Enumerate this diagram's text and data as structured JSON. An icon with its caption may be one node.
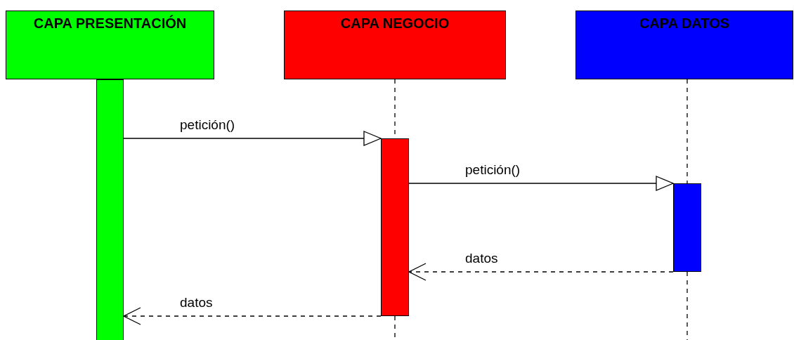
{
  "diagram": {
    "nodes": [
      {
        "text": [
          "CAPA PRESENTACIÓN"
        ]
      },
      {
        "text": [
          "CAPA NEGOCIO"
        ]
      },
      {
        "text": [
          "CAPA DATOS"
        ]
      },
      {
        "text": [],
        "shape": "bar"
      },
      {
        "text": [],
        "shape": "bar"
      },
      {
        "text": [],
        "shape": "bar"
      }
    ],
    "edges": [
      {
        "from": 1,
        "to": 4,
        "arrow": "none",
        "style": "dashed"
      },
      {
        "from": 2,
        "to": 5,
        "arrow": "none",
        "style": "dashed"
      },
      {
        "from": 3,
        "to": 4,
        "arrow": "to",
        "label": "petición()"
      },
      {
        "from": 4,
        "to": 5,
        "arrow": "to",
        "label": "petición()"
      },
      {
        "from": 5,
        "to": 4,
        "arrow": "to",
        "label": "datos",
        "style": "dashed"
      },
      {
        "from": 4,
        "to": 3,
        "arrow": "to",
        "label": "datos",
        "style": "dashed"
      }
    ]
  }
}
